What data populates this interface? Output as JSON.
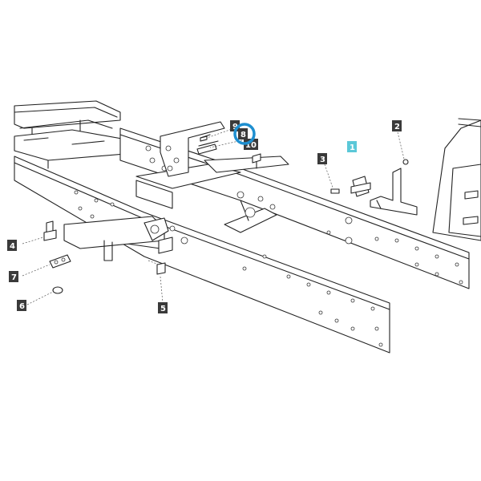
{
  "labels": [
    {
      "id": "callout-1",
      "text": "1"
    },
    {
      "id": "callout-2",
      "text": "2"
    },
    {
      "id": "callout-3",
      "text": "3"
    },
    {
      "id": "callout-4",
      "text": "4"
    },
    {
      "id": "callout-5",
      "text": "5"
    },
    {
      "id": "callout-6",
      "text": "6"
    },
    {
      "id": "callout-7",
      "text": "7"
    },
    {
      "id": "callout-8",
      "text": "8"
    },
    {
      "id": "callout-9",
      "text": "9"
    },
    {
      "id": "callout-10",
      "text": "10"
    }
  ],
  "colors": {
    "label_dark": "#3a3a3a",
    "label_highlight": "#5bc8d8",
    "highlight_ring": "#1e8fd0",
    "line": "#222222"
  },
  "highlighted_callout": "8"
}
